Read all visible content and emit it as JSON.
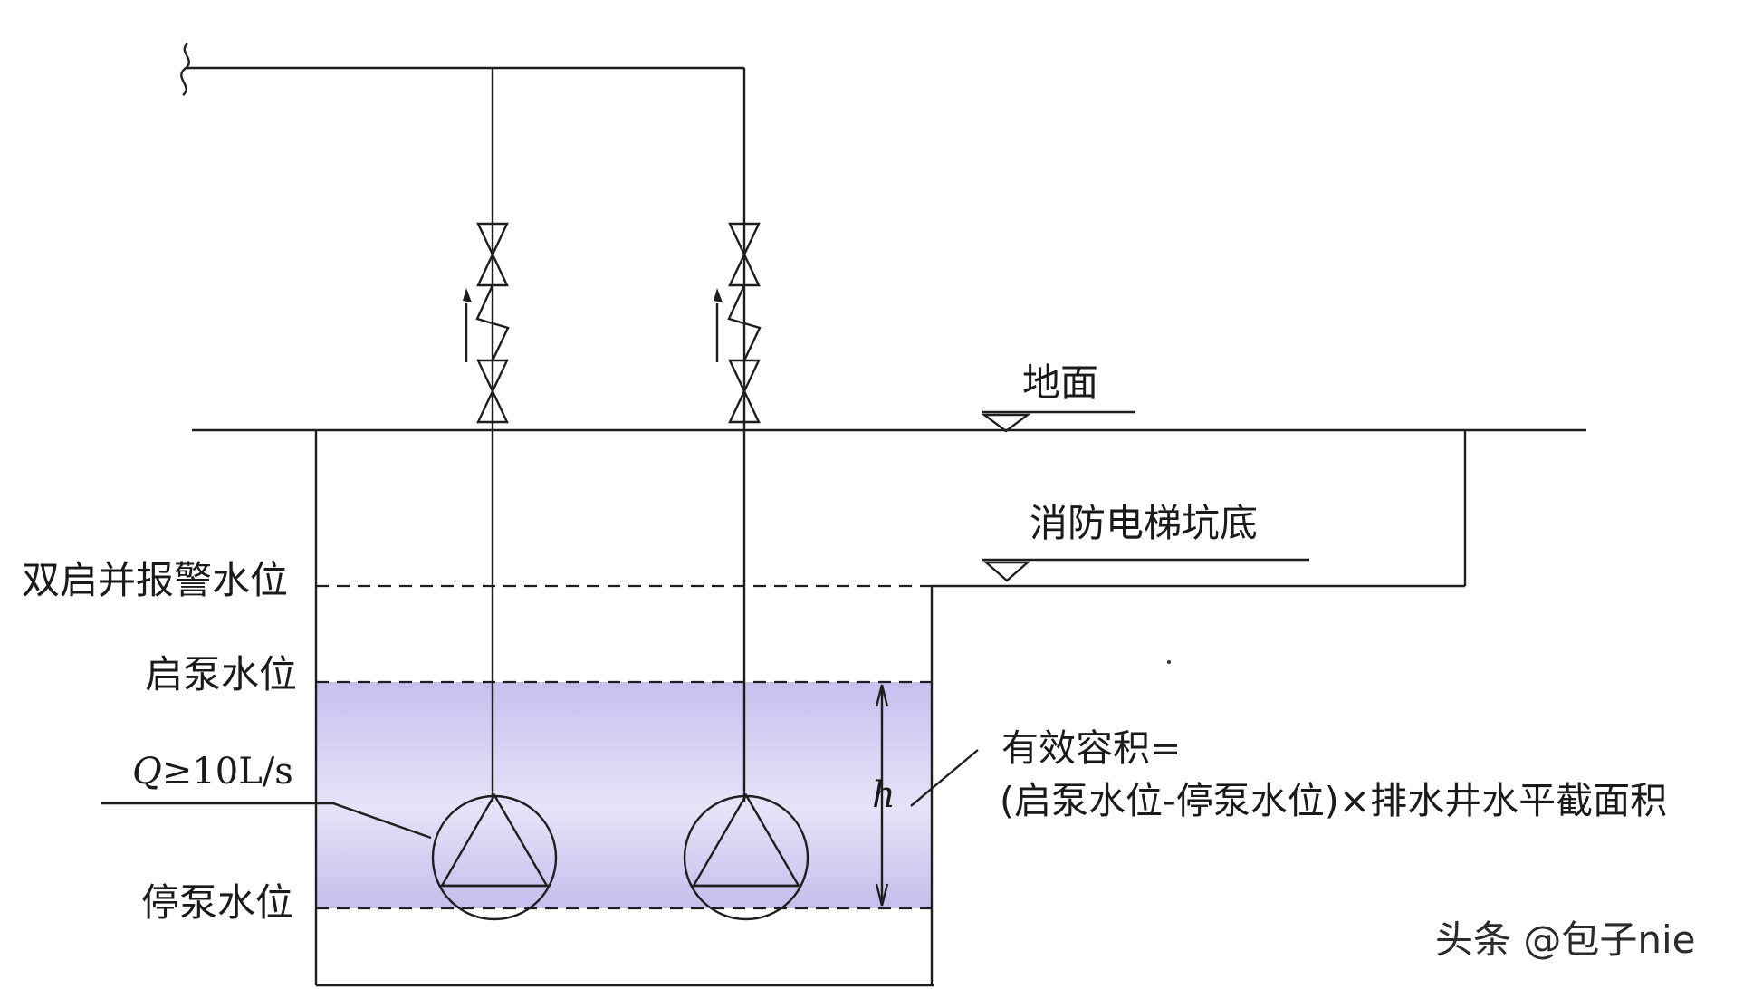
{
  "labels": {
    "ground": "地面",
    "pit_bottom": "消防电梯坑底",
    "alarm_level": "双启并报警水位",
    "start_level": "启泵水位",
    "flow": "Q≥10L/s",
    "stop_level": "停泵水位",
    "height_var": "h",
    "volume_line1": "有效容积=",
    "volume_line2": "(启泵水位-停泵水位)×排水井水平截面积"
  },
  "watermark": "头条 @包子nie",
  "colors": {
    "water_fill": "#c9c4ef",
    "line": "#1e1e1e"
  }
}
